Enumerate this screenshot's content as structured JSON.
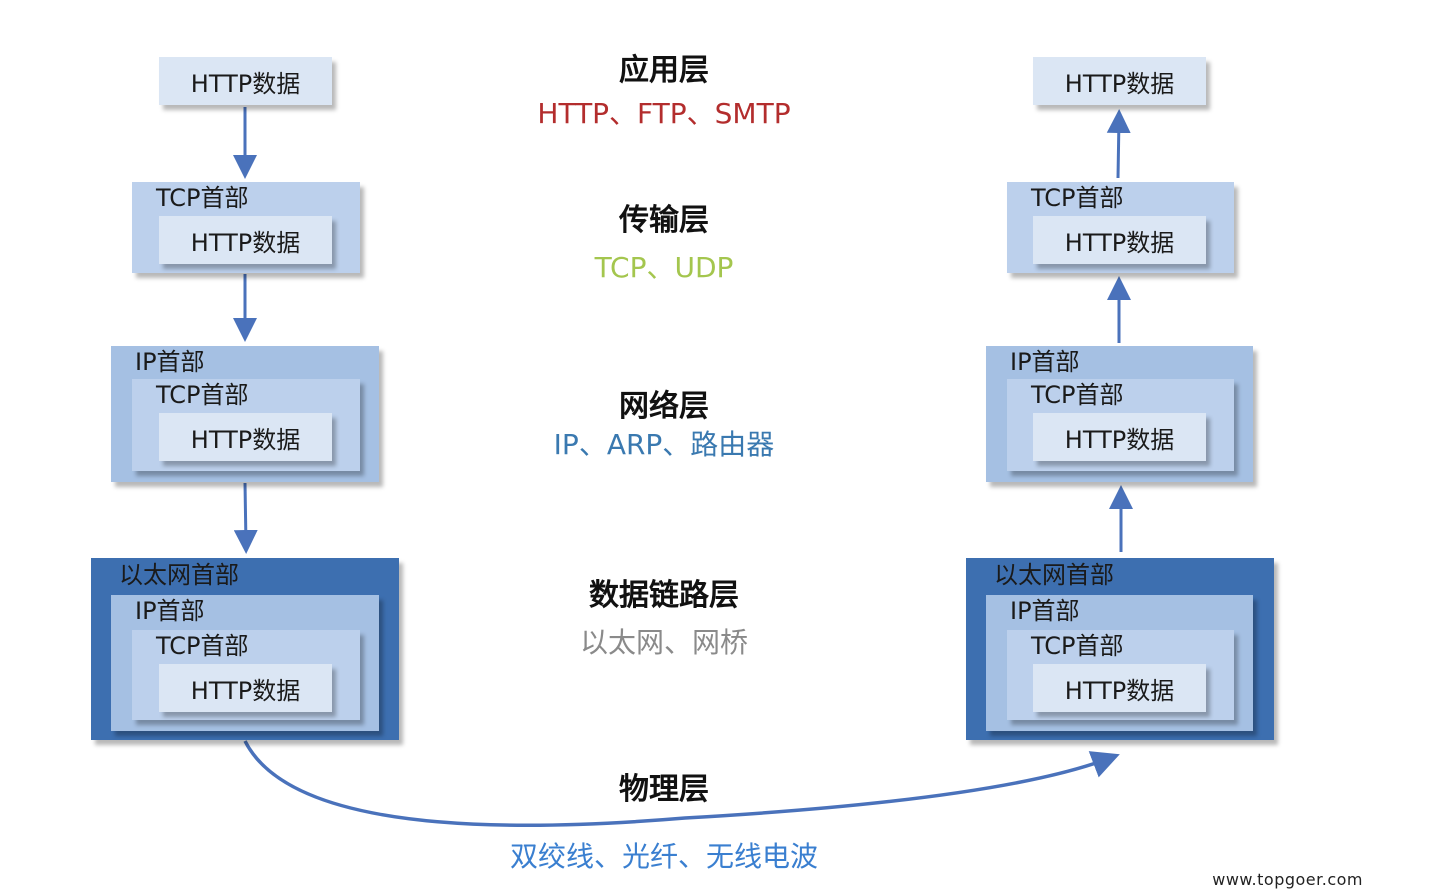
{
  "labels": {
    "http_data": "HTTP数据",
    "tcp_header": "TCP首部",
    "ip_header": "IP首部",
    "eth_header": "以太网首部"
  },
  "layers": [
    {
      "name": "应用层",
      "protocols": "HTTP、FTP、SMTP",
      "color": "#b32d2d"
    },
    {
      "name": "传输层",
      "protocols": "TCP、UDP",
      "color": "#a4c64e"
    },
    {
      "name": "网络层",
      "protocols": "IP、ARP、路由器",
      "color": "#3a79b0"
    },
    {
      "name": "数据链路层",
      "protocols": "以太网、网桥",
      "color": "#8a8a8a"
    },
    {
      "name": "物理层",
      "protocols": "双绞线、光纤、无线电波",
      "color": "#3a7fd0"
    }
  ],
  "colors": {
    "arrow": "#4a72bb",
    "eth_box": "#3d6fb0",
    "ip_box": "#a5c0e3",
    "tcp_box": "#bcd0ec",
    "http_box": "#dbe6f4"
  },
  "watermark": "www.topgoer.com"
}
